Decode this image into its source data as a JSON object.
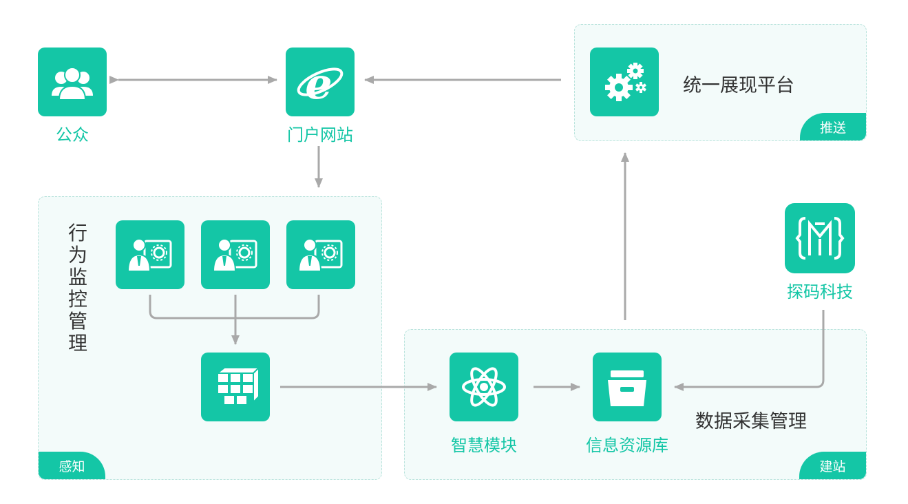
{
  "nodes": {
    "public": "公众",
    "portal": "门户网站",
    "smart_module": "智慧模块",
    "info_repo": "信息资源库",
    "tanma": "探码科技"
  },
  "panels": {
    "unified": {
      "title": "统一展现平台",
      "tag": "推送"
    },
    "behavior": {
      "title": "行为监控管理",
      "tag": "感知"
    },
    "collection": {
      "title": "数据采集管理",
      "tag": "建站"
    }
  },
  "icons": {
    "public": "users-icon",
    "portal": "internet-explorer-icon",
    "unified": "gears-icon",
    "monitor": "user-settings-icon",
    "cube": "cubes-icon",
    "smart": "atom-icon",
    "repo": "archive-box-icon",
    "tanma": "tanma-logo-icon"
  },
  "colors": {
    "accent": "#14c6a6",
    "arrow": "#a9a9a9",
    "panel_bg": "#f3fbfa"
  }
}
